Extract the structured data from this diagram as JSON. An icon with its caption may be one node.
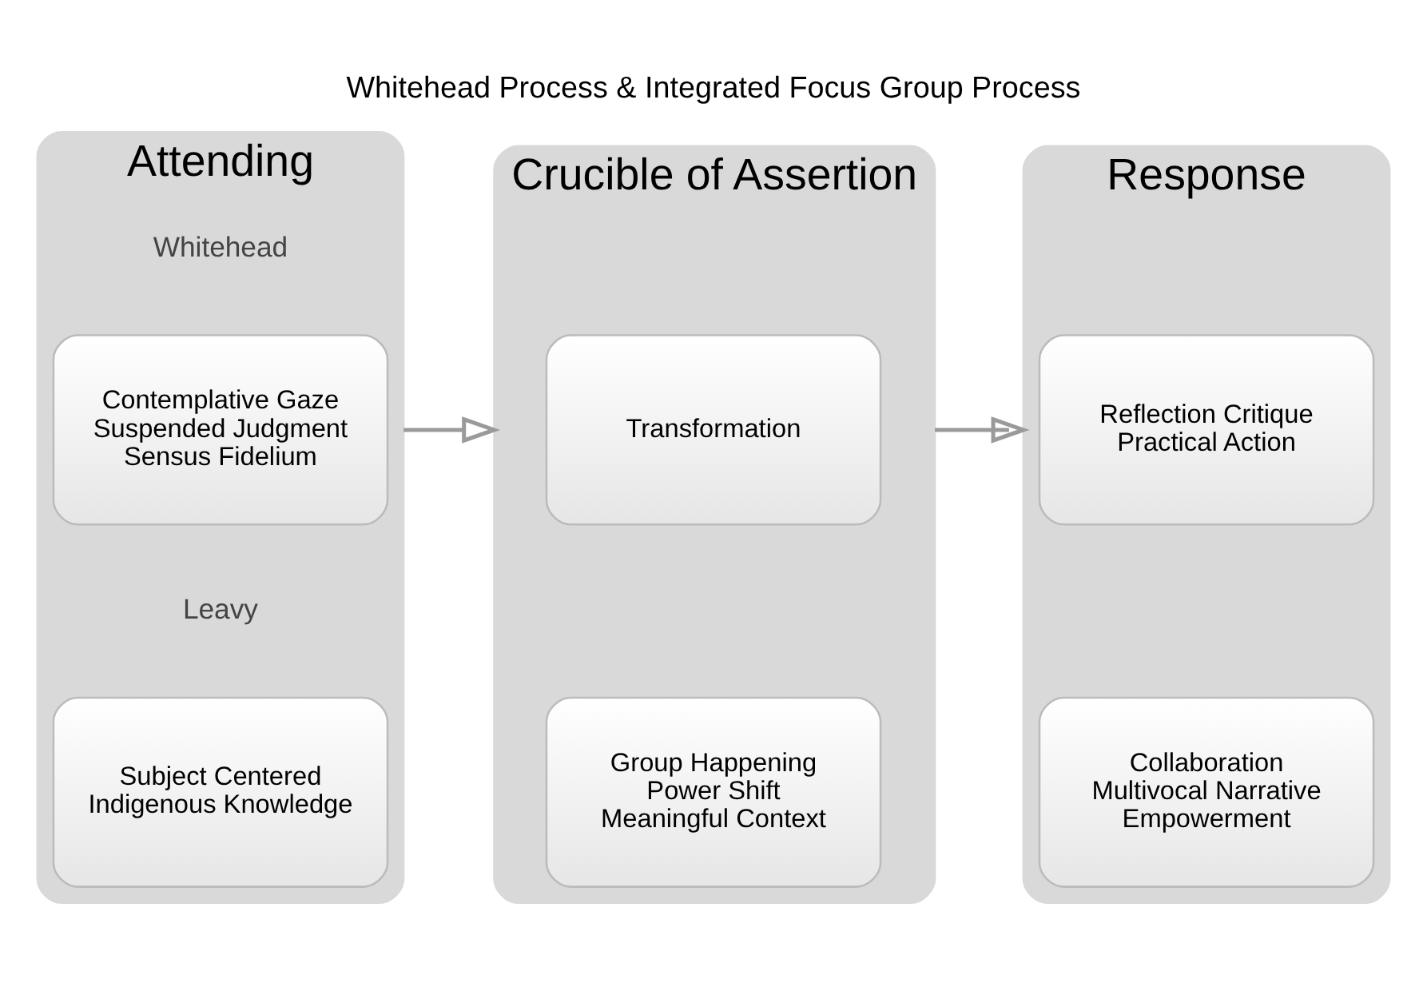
{
  "diagram": {
    "title": "Whitehead Process & Integrated Focus Group Process",
    "nodes": [
      {
        "text": [
          "Attending"
        ]
      },
      {
        "text": [
          "Contemplative Gaze",
          "Suspended Judgment",
          "Sensus Fidelium"
        ],
        "in": 0
      },
      {
        "text": [
          "Subject Centered",
          "Indigenous Knowledge"
        ],
        "in": 0
      },
      {
        "text": [
          "Crucible of Assertion"
        ]
      },
      {
        "text": [
          "Transformation"
        ],
        "in": 3
      },
      {
        "text": [
          "Group Happening",
          "Power Shift",
          "Meaningful Context"
        ],
        "in": 3
      },
      {
        "text": [
          "Response"
        ]
      },
      {
        "text": [
          "Reflection Critique",
          "Practical Action"
        ],
        "in": 6
      },
      {
        "text": [
          "Collaboration",
          "Multivocal Narrative",
          "Empowerment"
        ],
        "in": 6
      }
    ],
    "edges": [
      {
        "from": 0,
        "to": 3,
        "arrow": "to"
      },
      {
        "from": 3,
        "to": 6,
        "arrow": "to"
      }
    ],
    "labels": [
      "Whitehead",
      "Leavy"
    ]
  }
}
